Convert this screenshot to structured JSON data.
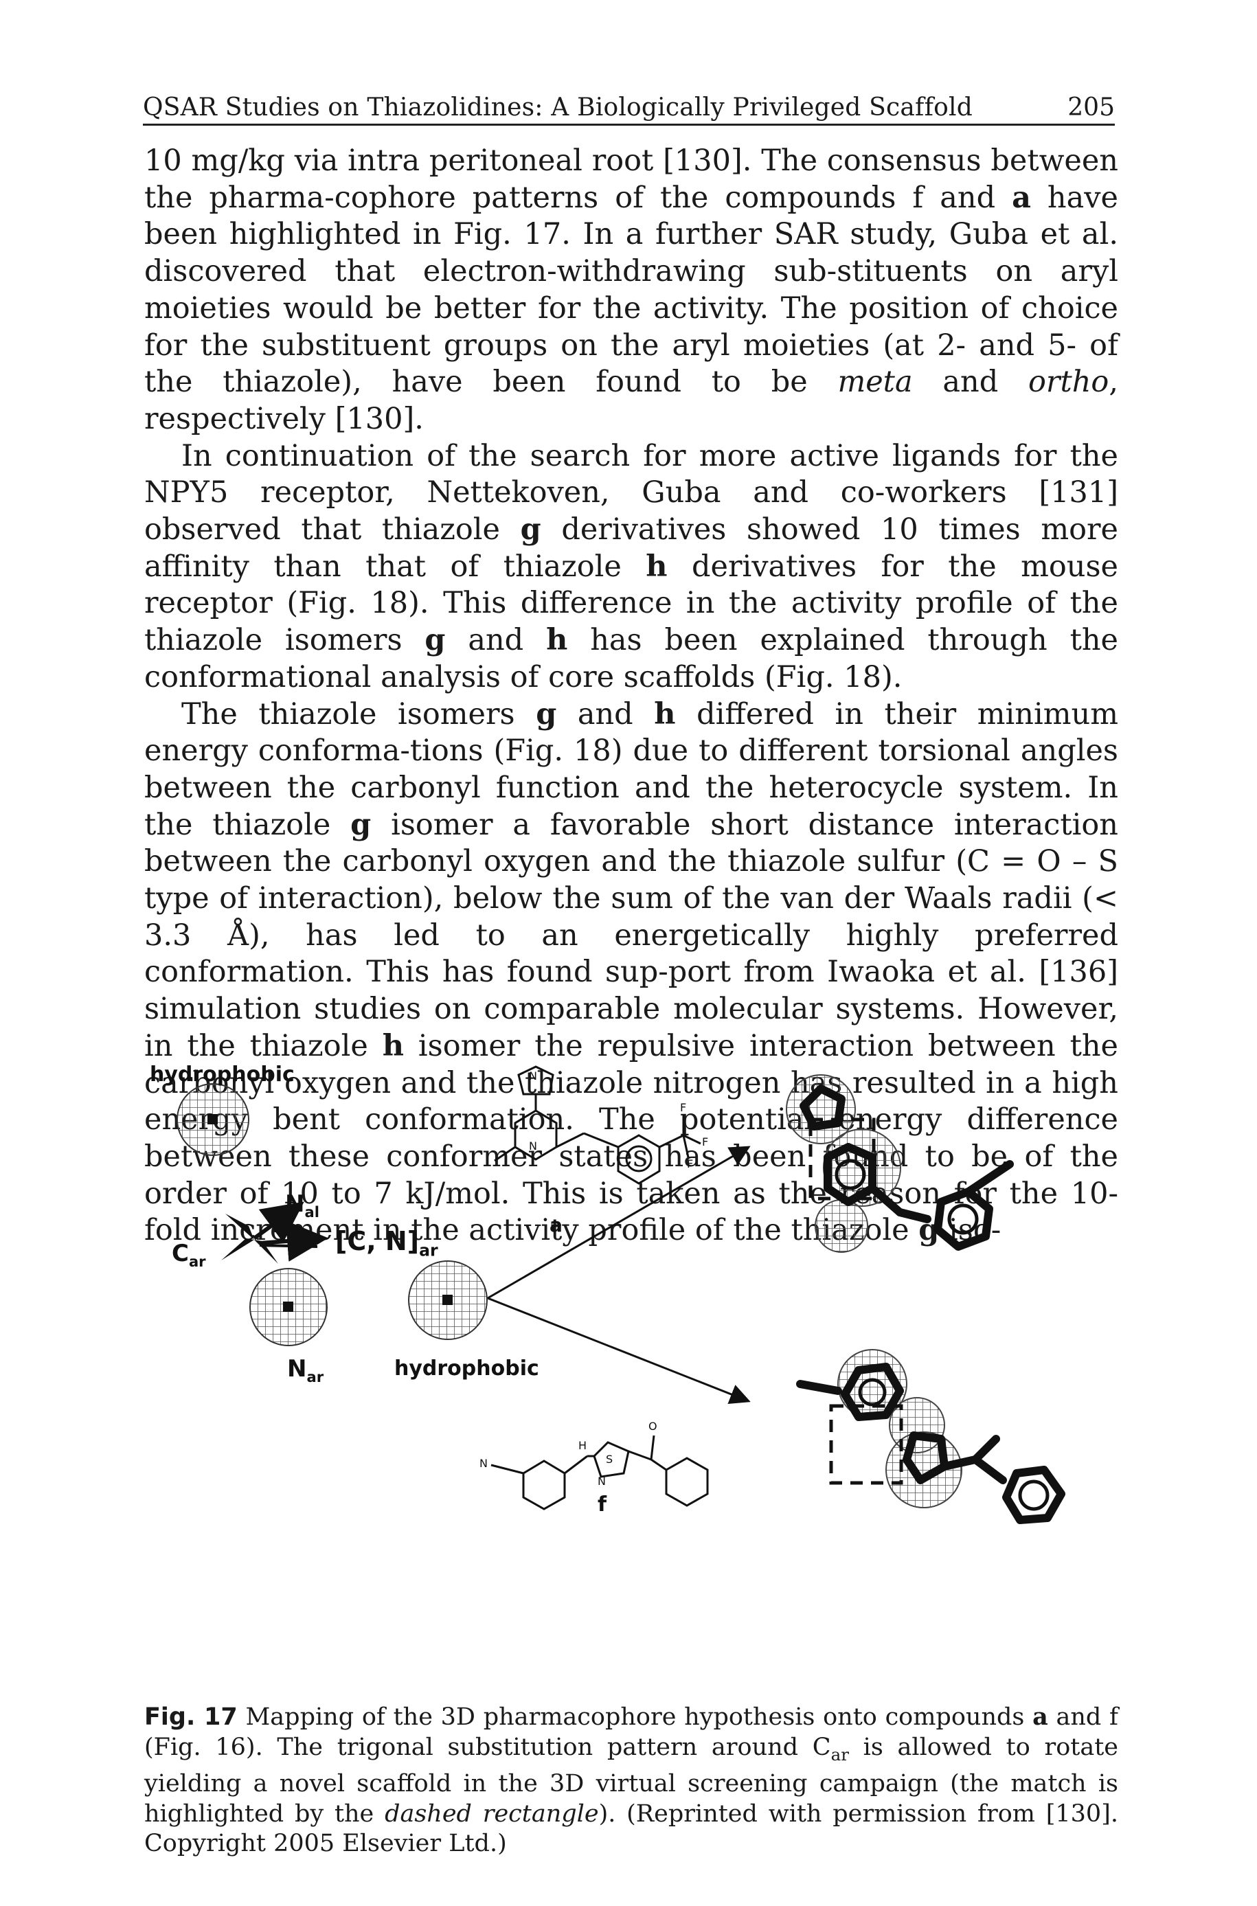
{
  "running_head": {
    "title": "QSAR Studies on Thiazolidines: A Biologically Privileged Scaffold",
    "page_number": "205"
  },
  "body": {
    "p1": {
      "t1": "10 mg/kg via intra peritoneal root [130]. The consensus between the pharma-cophore patterns of the compounds f and ",
      "a": "a",
      "t2": " have been highlighted in Fig. 17. In a further SAR study, Guba et al. discovered that electron-withdrawing sub-stituents on aryl moieties would be better for the activity. The position of choice for the substituent groups on the aryl moieties (at 2- and 5- of the thiazole), have been found to be ",
      "meta": "meta",
      "t3": " and ",
      "ortho": "ortho",
      "t4": ", respectively [130]."
    },
    "p2": {
      "t1": "In continuation of the search for more active ligands for the NPY5 receptor, Nettekoven, Guba and co-workers [131] observed that thiazole ",
      "g": "g",
      "t2": " derivatives showed 10 times more affinity than that of thiazole ",
      "h": "h",
      "t3": " derivatives for the mouse receptor (Fig. 18). This difference in the activity profile of the thiazole isomers ",
      "g2": "g",
      "t4": " and ",
      "h2": "h",
      "t5": " has been explained through the conformational analysis of core scaffolds (Fig. 18)."
    },
    "p3": {
      "t1": "The thiazole isomers ",
      "g": "g",
      "t2": " and ",
      "h": "h",
      "t3": " differed in their minimum energy conforma-tions (Fig. 18) due to different torsional angles between the carbonyl function and the heterocycle system. In the thiazole ",
      "g2": "g",
      "t4": " isomer a favorable short distance interaction between the carbonyl oxygen and the thiazole sulfur (C = O – S type of interaction), below the sum of the van der Waals radii (< 3.3 Å), has led to an energetically highly preferred conformation. This has found sup-port from Iwaoka et al. [136] simulation studies on comparable molecular systems. However, in the thiazole ",
      "h2": "h",
      "t5": " isomer the repulsive interaction between the carbonyl oxygen and the thiazole nitrogen has resulted in a high energy bent conformation. The potential energy difference between these conformer states has been found to be of the order of 10 to 7 kJ/mol. This is taken as the reason for the 10-fold increment in the activity profile of the thiazole ",
      "g3": "g",
      "t6": " iso-"
    }
  },
  "figure": {
    "hydrophobic_top": "hydrophobic",
    "hydrophobic_bottom": "hydrophobic",
    "n_al": "N",
    "n_al_sub": "al",
    "c_ar": "C",
    "c_ar_sub": "ar",
    "cn_ar": "[C, N]",
    "cn_ar_sub": "ar",
    "n_ar": "N",
    "n_ar_sub": "ar",
    "compound_a": "a",
    "compound_f": "f",
    "atom_f1": "F",
    "atom_f2": "F",
    "atom_f3": "F",
    "atom_n_pyrr": "N",
    "atom_n_pyr": "N",
    "atom_n_nitrile": "N",
    "atom_h": "H",
    "atom_s": "S",
    "atom_n_thz": "N",
    "atom_o": "O",
    "colors": {
      "ink": "#111111",
      "mesh": "#555555",
      "shade": "#cccccc"
    }
  },
  "caption": {
    "label": "Fig. 17",
    "t1": " Mapping of the 3D pharmacophore hypothesis onto compounds ",
    "a": "a",
    "t2": " and f (Fig. 16). The trigonal substitution pattern around C",
    "sub": "ar",
    "t3": " is allowed to rotate yielding a novel scaffold in the 3D virtual screening campaign (the match is highlighted by the ",
    "italic": "dashed rectangle",
    "t4": "). (Reprinted with permission from [130]. Copyright 2005 Elsevier Ltd.)"
  }
}
